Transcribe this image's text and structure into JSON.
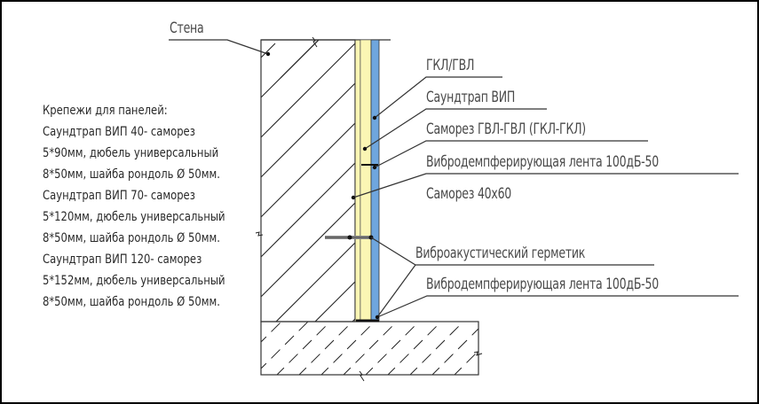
{
  "drawing": {
    "title_label": "Стена",
    "callouts": [
      {
        "text": "ГКЛ/ГВЛ"
      },
      {
        "text": "Саундтрап ВИП"
      },
      {
        "text": "Саморез ГВЛ-ГВЛ (ГКЛ-ГКЛ)"
      },
      {
        "text": "Вибродемпферирующая лента 100дБ-50"
      },
      {
        "text": "Саморез 40х60"
      },
      {
        "text": "Виброакустический герметик"
      },
      {
        "text": "Вибродемпферирующая лента 100дБ-50"
      }
    ],
    "notes": {
      "heading": "Крепежи для панелей:",
      "lines": [
        "Саундтрап ВИП 40- саморез",
        "5*90мм, дюбель универсальный",
        "8*50мм, шайба рондоль Ø 50мм.",
        "Саундтрап ВИП 70- саморез",
        "5*120мм, дюбель универсальный",
        "8*50мм, шайба рондоль Ø 50мм.",
        "Саундтрап ВИП 120- саморез",
        "5*152мм, дюбель универсальный",
        "8*50мм, шайба рондоль Ø 50мм."
      ]
    },
    "colors": {
      "panel_fill": "#fbf6b4",
      "board_fill": "#6fa6de",
      "line": "#333333",
      "text": "#4a4a4a"
    }
  }
}
